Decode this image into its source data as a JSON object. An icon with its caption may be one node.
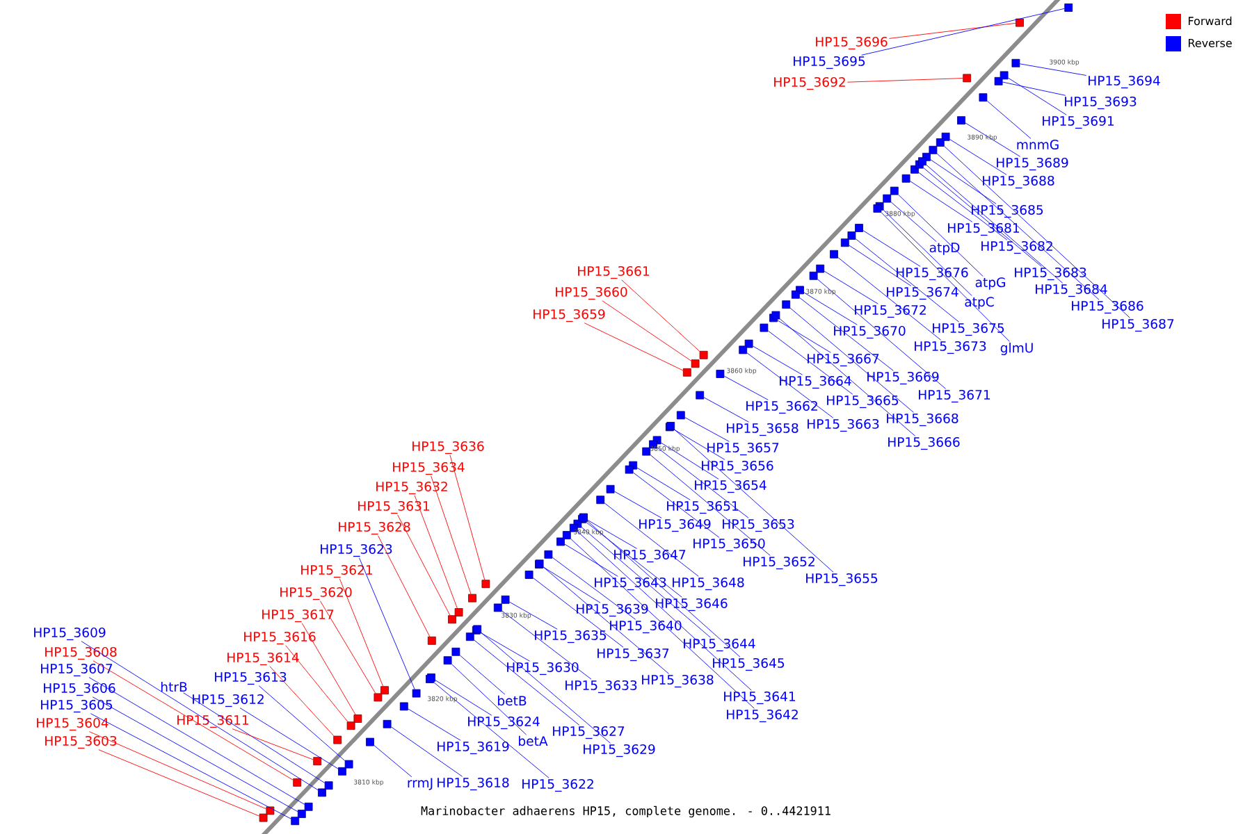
{
  "diagram": {
    "caption": "Marinobacter adhaerens HP15, complete genome. - 0..4421911",
    "nodes": [
      {
        "text": [
          "HP15_3696"
        ]
      },
      {
        "text": [],
        "shape": "box"
      },
      {
        "text": [
          "HP15_3695"
        ]
      },
      {
        "text": [],
        "shape": "box"
      },
      {
        "text": [
          "HP15_3692"
        ]
      },
      {
        "text": [],
        "shape": "box"
      },
      {
        "text": [
          "HP15_3694"
        ]
      },
      {
        "text": [],
        "shape": "box"
      },
      {
        "text": [
          "HP15_3693"
        ]
      },
      {
        "text": [],
        "shape": "box"
      },
      {
        "text": [
          "HP15_3691"
        ]
      },
      {
        "text": [],
        "shape": "box"
      },
      {
        "text": [
          "mnmG"
        ]
      },
      {
        "text": [],
        "shape": "box"
      },
      {
        "text": [
          "HP15_3689"
        ]
      },
      {
        "text": [],
        "shape": "box"
      },
      {
        "text": [
          "HP15_3688"
        ]
      },
      {
        "text": [],
        "shape": "box"
      },
      {
        "text": [
          "HP15_3685"
        ]
      },
      {
        "text": [],
        "shape": "box"
      },
      {
        "text": [
          "HP15_3681"
        ]
      },
      {
        "text": [],
        "shape": "box"
      },
      {
        "text": [
          "HP15_3682"
        ]
      },
      {
        "text": [],
        "shape": "box"
      },
      {
        "text": [
          "atpD"
        ]
      },
      {
        "text": [],
        "shape": "box"
      },
      {
        "text": [
          "HP15_3683"
        ]
      },
      {
        "text": [],
        "shape": "box"
      },
      {
        "text": [
          "HP15_3676"
        ]
      },
      {
        "text": [],
        "shape": "box"
      },
      {
        "text": [
          "atpG"
        ]
      },
      {
        "text": [],
        "shape": "box"
      },
      {
        "text": [
          "HP15_3661"
        ]
      },
      {
        "text": [],
        "shape": "box"
      },
      {
        "text": [
          "HP15_3684"
        ]
      },
      {
        "text": [],
        "shape": "box"
      },
      {
        "text": [
          "HP15_3674"
        ]
      },
      {
        "text": [],
        "shape": "box"
      },
      {
        "text": [
          "HP15_3660"
        ]
      },
      {
        "text": [],
        "shape": "box"
      },
      {
        "text": [
          "atpC"
        ]
      },
      {
        "text": [],
        "shape": "box"
      },
      {
        "text": [
          "HP15_3686"
        ]
      },
      {
        "text": [],
        "shape": "box"
      },
      {
        "text": [
          "HP15_3672"
        ]
      },
      {
        "text": [],
        "shape": "box"
      },
      {
        "text": [
          "HP15_3659"
        ]
      },
      {
        "text": [],
        "shape": "box"
      },
      {
        "text": [
          "HP15_3687"
        ]
      },
      {
        "text": [],
        "shape": "box"
      },
      {
        "text": [
          "HP15_3675"
        ]
      },
      {
        "text": [],
        "shape": "box"
      },
      {
        "text": [
          "HP15_3670"
        ]
      },
      {
        "text": [],
        "shape": "box"
      },
      {
        "text": [
          "HP15_3673"
        ]
      },
      {
        "text": [],
        "shape": "box"
      },
      {
        "text": [
          "glmU"
        ]
      },
      {
        "text": [],
        "shape": "box"
      },
      {
        "text": [
          "HP15_3667"
        ]
      },
      {
        "text": [],
        "shape": "box"
      },
      {
        "text": [
          "HP15_3669"
        ]
      },
      {
        "text": [],
        "shape": "box"
      },
      {
        "text": [
          "HP15_3664"
        ]
      },
      {
        "text": [],
        "shape": "box"
      },
      {
        "text": [
          "HP15_3671"
        ]
      },
      {
        "text": [],
        "shape": "box"
      },
      {
        "text": [
          "HP15_3665"
        ]
      },
      {
        "text": [],
        "shape": "box"
      },
      {
        "text": [
          "HP15_3662"
        ]
      },
      {
        "text": [],
        "shape": "box"
      },
      {
        "text": [
          "HP15_3668"
        ]
      },
      {
        "text": [],
        "shape": "box"
      },
      {
        "text": [
          "HP15_3663"
        ]
      },
      {
        "text": [],
        "shape": "box"
      },
      {
        "text": [
          "HP15_3658"
        ]
      },
      {
        "text": [],
        "shape": "box"
      },
      {
        "text": [
          "HP15_3666"
        ]
      },
      {
        "text": [],
        "shape": "box"
      },
      {
        "text": [
          "HP15_3636"
        ]
      },
      {
        "text": [],
        "shape": "box"
      },
      {
        "text": [
          "HP15_3657"
        ]
      },
      {
        "text": [],
        "shape": "box"
      },
      {
        "text": [
          "HP15_3656"
        ]
      },
      {
        "text": [],
        "shape": "box"
      },
      {
        "text": [
          "HP15_3634"
        ]
      },
      {
        "text": [],
        "shape": "box"
      },
      {
        "text": [
          "HP15_3654"
        ]
      },
      {
        "text": [],
        "shape": "box"
      },
      {
        "text": [
          "HP15_3632"
        ]
      },
      {
        "text": [],
        "shape": "box"
      },
      {
        "text": [
          "HP15_3651"
        ]
      },
      {
        "text": [],
        "shape": "box"
      },
      {
        "text": [
          "HP15_3631"
        ]
      },
      {
        "text": [],
        "shape": "box"
      },
      {
        "text": [
          "HP15_3649"
        ]
      },
      {
        "text": [],
        "shape": "box"
      },
      {
        "text": [
          "HP15_3653"
        ]
      },
      {
        "text": [],
        "shape": "box"
      },
      {
        "text": [
          "HP15_3628"
        ]
      },
      {
        "text": [],
        "shape": "box"
      },
      {
        "text": [
          "HP15_3650"
        ]
      },
      {
        "text": [],
        "shape": "box"
      },
      {
        "text": [
          "HP15_3623"
        ]
      },
      {
        "text": [],
        "shape": "box"
      },
      {
        "text": [
          "HP15_3647"
        ]
      },
      {
        "text": [],
        "shape": "box"
      },
      {
        "text": [
          "HP15_3652"
        ]
      },
      {
        "text": [],
        "shape": "box"
      },
      {
        "text": [
          "HP15_3621"
        ]
      },
      {
        "text": [],
        "shape": "box"
      },
      {
        "text": [
          "HP15_3655"
        ]
      },
      {
        "text": [],
        "shape": "box"
      },
      {
        "text": [
          "HP15_3643"
        ]
      },
      {
        "text": [],
        "shape": "box"
      },
      {
        "text": [
          "HP15_3648"
        ]
      },
      {
        "text": [],
        "shape": "box"
      },
      {
        "text": [
          "HP15_3620"
        ]
      },
      {
        "text": [],
        "shape": "box"
      },
      {
        "text": [
          "HP15_3646"
        ]
      },
      {
        "text": [],
        "shape": "box"
      },
      {
        "text": [
          "HP15_3639"
        ]
      },
      {
        "text": [],
        "shape": "box"
      },
      {
        "text": [
          "HP15_3617"
        ]
      },
      {
        "text": [],
        "shape": "box"
      },
      {
        "text": [
          "HP15_3640"
        ]
      },
      {
        "text": [],
        "shape": "box"
      },
      {
        "text": [
          "HP15_3609"
        ]
      },
      {
        "text": [],
        "shape": "box"
      },
      {
        "text": [
          "HP15_3635"
        ]
      },
      {
        "text": [],
        "shape": "box"
      },
      {
        "text": [
          "HP15_3616"
        ]
      },
      {
        "text": [],
        "shape": "box"
      },
      {
        "text": [
          "HP15_3644"
        ]
      },
      {
        "text": [],
        "shape": "box"
      },
      {
        "text": [
          "HP15_3608"
        ]
      },
      {
        "text": [],
        "shape": "box"
      },
      {
        "text": [
          "HP15_3637"
        ]
      },
      {
        "text": [],
        "shape": "box"
      },
      {
        "text": [
          "HP15_3614"
        ]
      },
      {
        "text": [],
        "shape": "box"
      },
      {
        "text": [
          "HP15_3645"
        ]
      },
      {
        "text": [],
        "shape": "box"
      },
      {
        "text": [
          "HP15_3630"
        ]
      },
      {
        "text": [],
        "shape": "box"
      },
      {
        "text": [
          "HP15_3607"
        ]
      },
      {
        "text": [],
        "shape": "box"
      },
      {
        "text": [
          "HP15_3613"
        ]
      },
      {
        "text": [],
        "shape": "box"
      },
      {
        "text": [
          "HP15_3638"
        ]
      },
      {
        "text": [],
        "shape": "box"
      },
      {
        "text": [
          "htrB"
        ]
      },
      {
        "text": [],
        "shape": "box"
      },
      {
        "text": [
          "HP15_3633"
        ]
      },
      {
        "text": [],
        "shape": "box"
      },
      {
        "text": [
          "HP15_3606"
        ]
      },
      {
        "text": [],
        "shape": "box"
      },
      {
        "text": [
          "HP15_3641"
        ]
      },
      {
        "text": [],
        "shape": "box"
      },
      {
        "text": [
          "HP15_3612"
        ]
      },
      {
        "text": [],
        "shape": "box"
      },
      {
        "text": [
          "betB"
        ]
      },
      {
        "text": [],
        "shape": "box"
      },
      {
        "text": [
          "HP15_3605"
        ]
      },
      {
        "text": [],
        "shape": "box"
      },
      {
        "text": [
          "HP15_3611"
        ]
      },
      {
        "text": [],
        "shape": "box"
      },
      {
        "text": [
          "HP15_3642"
        ]
      },
      {
        "text": [],
        "shape": "box"
      },
      {
        "text": [
          "HP15_3624"
        ]
      },
      {
        "text": [],
        "shape": "box"
      },
      {
        "text": [
          "HP15_3604"
        ]
      },
      {
        "text": [],
        "shape": "box"
      },
      {
        "text": [
          "HP15_3627"
        ]
      },
      {
        "text": [],
        "shape": "box"
      },
      {
        "text": [
          "betA"
        ]
      },
      {
        "text": [],
        "shape": "box"
      },
      {
        "text": [
          "HP15_3603"
        ]
      },
      {
        "text": [],
        "shape": "box"
      },
      {
        "text": [
          "HP15_3619"
        ]
      },
      {
        "text": [],
        "shape": "box"
      },
      {
        "text": [
          "HP15_3629"
        ]
      },
      {
        "text": [],
        "shape": "box"
      },
      {
        "text": [
          "rrmJ"
        ]
      },
      {
        "text": [],
        "shape": "box"
      },
      {
        "text": [
          "HP15_3618"
        ]
      },
      {
        "text": [],
        "shape": "box"
      },
      {
        "text": [
          "HP15_3622"
        ]
      },
      {
        "text": [],
        "shape": "box"
      }
    ],
    "edges": [
      {
        "from": 0,
        "to": 1,
        "arrow": "none",
        "color": "#ff0000"
      },
      {
        "from": 2,
        "to": 3,
        "arrow": "none"
      },
      {
        "from": 4,
        "to": 5,
        "arrow": "none",
        "color": "#ff0000"
      },
      {
        "from": 6,
        "to": 7,
        "arrow": "none"
      },
      {
        "from": 8,
        "to": 9,
        "arrow": "none"
      },
      {
        "from": 10,
        "to": 11,
        "arrow": "none"
      },
      {
        "from": 12,
        "to": 13,
        "arrow": "none"
      },
      {
        "from": 14,
        "to": 15,
        "arrow": "none"
      },
      {
        "from": 16,
        "to": 17,
        "arrow": "none"
      },
      {
        "from": 18,
        "to": 19,
        "arrow": "none"
      },
      {
        "from": 20,
        "to": 21,
        "arrow": "none"
      },
      {
        "from": 22,
        "to": 23,
        "arrow": "none"
      },
      {
        "from": 24,
        "to": 25,
        "arrow": "none"
      },
      {
        "from": 26,
        "to": 27,
        "arrow": "none"
      },
      {
        "from": 28,
        "to": 29,
        "arrow": "none"
      },
      {
        "from": 30,
        "to": 31,
        "arrow": "none"
      },
      {
        "from": 32,
        "to": 33,
        "arrow": "none",
        "color": "#ff0000"
      },
      {
        "from": 34,
        "to": 35,
        "arrow": "none"
      },
      {
        "from": 36,
        "to": 37,
        "arrow": "none"
      },
      {
        "from": 38,
        "to": 39,
        "arrow": "none",
        "color": "#ff0000"
      },
      {
        "from": 40,
        "to": 41,
        "arrow": "none"
      },
      {
        "from": 42,
        "to": 43,
        "arrow": "none"
      },
      {
        "from": 44,
        "to": 45,
        "arrow": "none"
      },
      {
        "from": 46,
        "to": 47,
        "arrow": "none",
        "color": "#ff0000"
      },
      {
        "from": 48,
        "to": 49,
        "arrow": "none"
      },
      {
        "from": 50,
        "to": 51,
        "arrow": "none"
      },
      {
        "from": 52,
        "to": 53,
        "arrow": "none"
      },
      {
        "from": 54,
        "to": 55,
        "arrow": "none"
      },
      {
        "from": 56,
        "to": 57,
        "arrow": "none"
      },
      {
        "from": 58,
        "to": 59,
        "arrow": "none"
      },
      {
        "from": 60,
        "to": 61,
        "arrow": "none"
      },
      {
        "from": 62,
        "to": 63,
        "arrow": "none"
      },
      {
        "from": 64,
        "to": 65,
        "arrow": "none"
      },
      {
        "from": 66,
        "to": 67,
        "arrow": "none"
      },
      {
        "from": 68,
        "to": 69,
        "arrow": "none"
      },
      {
        "from": 70,
        "to": 71,
        "arrow": "none"
      },
      {
        "from": 72,
        "to": 73,
        "arrow": "none"
      },
      {
        "from": 74,
        "to": 75,
        "arrow": "none"
      },
      {
        "from": 76,
        "to": 77,
        "arrow": "none"
      },
      {
        "from": 78,
        "to": 79,
        "arrow": "none",
        "color": "#ff0000"
      },
      {
        "from": 80,
        "to": 81,
        "arrow": "none"
      },
      {
        "from": 82,
        "to": 83,
        "arrow": "none"
      },
      {
        "from": 84,
        "to": 85,
        "arrow": "none",
        "color": "#ff0000"
      },
      {
        "from": 86,
        "to": 87,
        "arrow": "none"
      },
      {
        "from": 88,
        "to": 89,
        "arrow": "none",
        "color": "#ff0000"
      },
      {
        "from": 90,
        "to": 91,
        "arrow": "none"
      },
      {
        "from": 92,
        "to": 93,
        "arrow": "none",
        "color": "#ff0000"
      },
      {
        "from": 94,
        "to": 95,
        "arrow": "none"
      },
      {
        "from": 96,
        "to": 97,
        "arrow": "none"
      },
      {
        "from": 98,
        "to": 99,
        "arrow": "none",
        "color": "#ff0000"
      },
      {
        "from": 100,
        "to": 101,
        "arrow": "none"
      },
      {
        "from": 102,
        "to": 103,
        "arrow": "none"
      },
      {
        "from": 104,
        "to": 105,
        "arrow": "none"
      },
      {
        "from": 106,
        "to": 107,
        "arrow": "none"
      },
      {
        "from": 108,
        "to": 109,
        "arrow": "none",
        "color": "#ff0000"
      },
      {
        "from": 110,
        "to": 111,
        "arrow": "none"
      },
      {
        "from": 112,
        "to": 113,
        "arrow": "none"
      },
      {
        "from": 114,
        "to": 115,
        "arrow": "none"
      },
      {
        "from": 116,
        "to": 117,
        "arrow": "none",
        "color": "#ff0000"
      },
      {
        "from": 118,
        "to": 119,
        "arrow": "none"
      },
      {
        "from": 120,
        "to": 121,
        "arrow": "none"
      },
      {
        "from": 122,
        "to": 123,
        "arrow": "none",
        "color": "#ff0000"
      },
      {
        "from": 124,
        "to": 125,
        "arrow": "none"
      },
      {
        "from": 126,
        "to": 127,
        "arrow": "none"
      },
      {
        "from": 128,
        "to": 129,
        "arrow": "none"
      },
      {
        "from": 130,
        "to": 131,
        "arrow": "none",
        "color": "#ff0000"
      },
      {
        "from": 132,
        "to": 133,
        "arrow": "none"
      },
      {
        "from": 134,
        "to": 135,
        "arrow": "none",
        "color": "#ff0000"
      },
      {
        "from": 136,
        "to": 137,
        "arrow": "none"
      },
      {
        "from": 138,
        "to": 139,
        "arrow": "none",
        "color": "#ff0000"
      },
      {
        "from": 140,
        "to": 141,
        "arrow": "none"
      },
      {
        "from": 142,
        "to": 143,
        "arrow": "none"
      },
      {
        "from": 144,
        "to": 145,
        "arrow": "none"
      },
      {
        "from": 146,
        "to": 147,
        "arrow": "none"
      },
      {
        "from": 148,
        "to": 149,
        "arrow": "none"
      },
      {
        "from": 150,
        "to": 151,
        "arrow": "none"
      },
      {
        "from": 152,
        "to": 153,
        "arrow": "none"
      },
      {
        "from": 154,
        "to": 155,
        "arrow": "none"
      },
      {
        "from": 156,
        "to": 157,
        "arrow": "none"
      },
      {
        "from": 158,
        "to": 159,
        "arrow": "none"
      },
      {
        "from": 160,
        "to": 161,
        "arrow": "none"
      },
      {
        "from": 162,
        "to": 163,
        "arrow": "none"
      },
      {
        "from": 164,
        "to": 165,
        "arrow": "none",
        "color": "#ff0000"
      },
      {
        "from": 166,
        "to": 167,
        "arrow": "none"
      },
      {
        "from": 168,
        "to": 169,
        "arrow": "none"
      },
      {
        "from": 170,
        "to": 171,
        "arrow": "none",
        "color": "#ff0000"
      },
      {
        "from": 172,
        "to": 173,
        "arrow": "none"
      },
      {
        "from": 174,
        "to": 175,
        "arrow": "none"
      },
      {
        "from": 176,
        "to": 177,
        "arrow": "none",
        "color": "#ff0000"
      },
      {
        "from": 178,
        "to": 179,
        "arrow": "none"
      },
      {
        "from": 180,
        "to": 181,
        "arrow": "none"
      },
      {
        "from": 182,
        "to": 183,
        "arrow": "none"
      },
      {
        "from": 184,
        "to": 185,
        "arrow": "none"
      },
      {
        "from": 186,
        "to": 187,
        "arrow": "none"
      }
    ],
    "labels": [
      "3810 kbp",
      "3820 kbp",
      "3830 kbp",
      "3840 kbp",
      "3850 kbp",
      "3860 kbp",
      "3870 kbp",
      "3880 kbp",
      "3890 kbp",
      "3900 kbp"
    ],
    "legend": [
      {
        "text": "Forward",
        "color": "#ff0000"
      },
      {
        "text": "Reverse",
        "color": "#0000ff"
      }
    ]
  }
}
